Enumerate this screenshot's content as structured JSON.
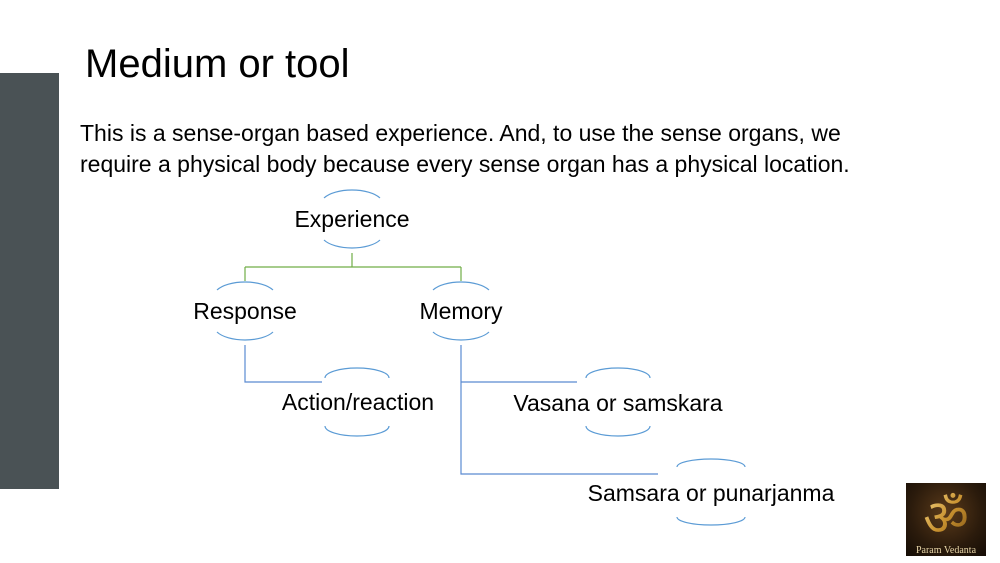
{
  "slide": {
    "title": "Medium or tool",
    "paragraph_lines": [
      "This is a sense-organ based experience. And, to use the sense organs, we",
      "require a physical body because every sense organ has a physical location."
    ]
  },
  "diagram": {
    "nodes": {
      "experience": "Experience",
      "response": "Response",
      "memory": "Memory",
      "action": "Action/reaction",
      "vasana": "Vasana or samskara",
      "samsara": "Samsara or punarjanma"
    }
  },
  "logo": {
    "symbol_text": "ॐ",
    "caption": "Param Vedanta"
  },
  "colors": {
    "side_bar": "#4a5255",
    "connector_green": "#70ad47",
    "connector_blue": "#5b8bd1",
    "arc_blue": "#5b9bd5"
  }
}
